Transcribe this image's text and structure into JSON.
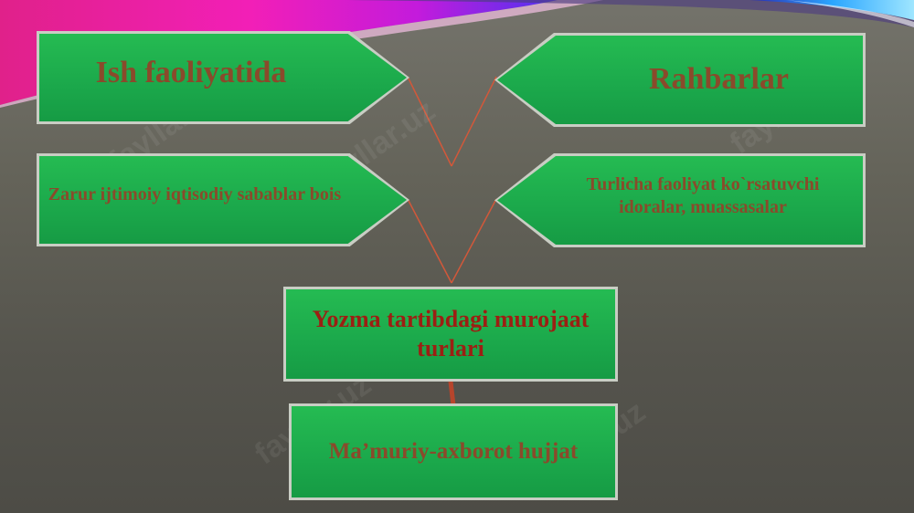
{
  "diagram": {
    "box_top_left": "Ish faoliyatida",
    "box_top_right": "Rahbarlar",
    "box_mid_left": "Zarur ijtimoiy iqtisodiy sabablar bois",
    "box_mid_right": "Turlicha faoliyat ko`rsatuvchi idoralar, muassasalar",
    "box_center": "Yozma tartibdagi murojaat turlari",
    "box_bottom": "Ma’muriy-axborot hujjat"
  },
  "watermark": "fayllar.uz",
  "colors": {
    "background": "#5d5c55",
    "box_fill": "#1fb04e",
    "box_border": "#c9cdc4",
    "text_brown": "#8a4a2b",
    "text_dark_red": "#9c1f13",
    "connector": "#d2583a"
  }
}
